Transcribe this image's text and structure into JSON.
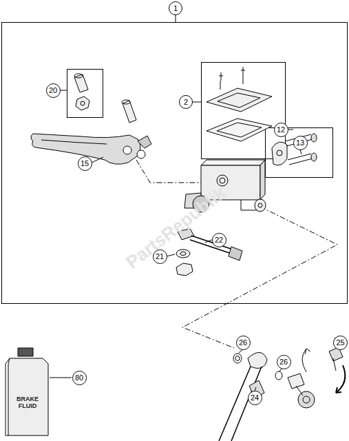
{
  "diagram": {
    "nodes": [
      {
        "text": [
          "1"
        ]
      },
      {
        "text": [
          "20"
        ]
      },
      {
        "text": [
          "2"
        ]
      },
      {
        "text": [
          "12"
        ]
      },
      {
        "text": [
          "13"
        ]
      },
      {
        "text": [
          "15"
        ]
      },
      {
        "text": [
          "22"
        ]
      },
      {
        "text": [
          "21"
        ]
      },
      {
        "text": [
          "25"
        ]
      },
      {
        "text": [
          "26"
        ]
      },
      {
        "text": [
          "26"
        ]
      },
      {
        "text": [
          "24"
        ]
      },
      {
        "text": [
          "80"
        ]
      }
    ],
    "labels": [
      "BRAKE FLUID",
      "PartsRepublik"
    ]
  }
}
